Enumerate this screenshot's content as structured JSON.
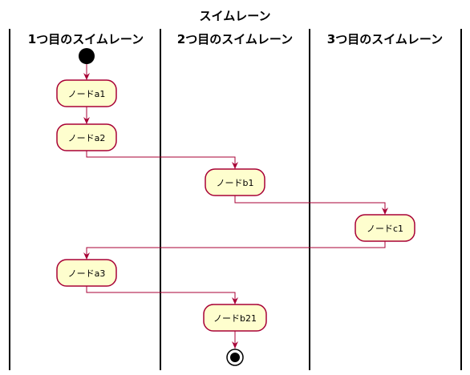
{
  "diagram": {
    "title": "スイムレーン",
    "lanes": [
      {
        "id": "lane-1",
        "label": "1つ目のスイムレーン"
      },
      {
        "id": "lane-2",
        "label": "2つ目のスイムレーン"
      },
      {
        "id": "lane-3",
        "label": "3つ目のスイムレーン"
      }
    ],
    "nodes": [
      {
        "id": "a1",
        "lane": 0,
        "label": "ノードa1"
      },
      {
        "id": "a2",
        "lane": 0,
        "label": "ノードa2"
      },
      {
        "id": "b1",
        "lane": 1,
        "label": "ノードb1"
      },
      {
        "id": "c1",
        "lane": 2,
        "label": "ノードc1"
      },
      {
        "id": "a3",
        "lane": 0,
        "label": "ノードa3"
      },
      {
        "id": "b21",
        "lane": 1,
        "label": "ノードb21"
      }
    ],
    "start": {
      "lane": 0
    },
    "end": {
      "lane": 1
    },
    "edges": [
      [
        "start",
        "a1"
      ],
      [
        "a1",
        "a2"
      ],
      [
        "a2",
        "b1"
      ],
      [
        "b1",
        "c1"
      ],
      [
        "c1",
        "a3"
      ],
      [
        "a3",
        "b21"
      ],
      [
        "b21",
        "end"
      ]
    ],
    "colors": {
      "node_fill": "#FEFECE",
      "node_border": "#A80036",
      "edge": "#A80036",
      "lane_line": "#000000"
    }
  }
}
